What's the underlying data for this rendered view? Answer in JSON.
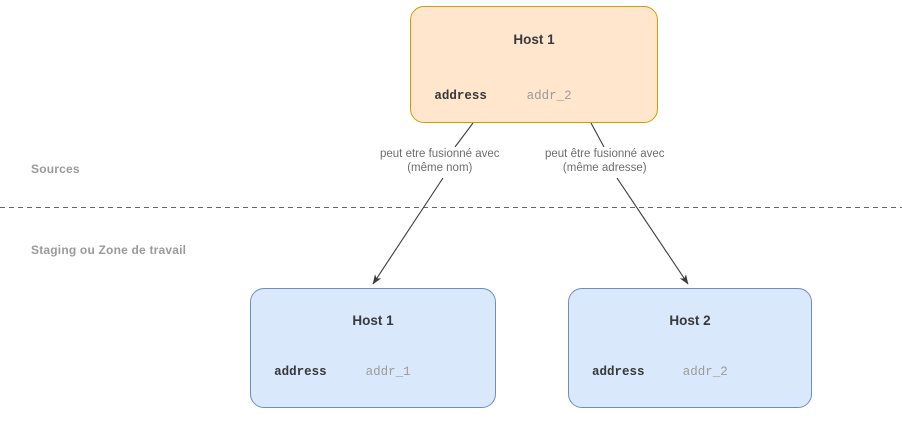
{
  "diagram": {
    "zones": [
      {
        "id": "sources",
        "label": "Sources"
      },
      {
        "id": "staging",
        "label": "Staging ou Zone de travail"
      }
    ],
    "separator": {
      "style": "dashed",
      "color": "#666666"
    },
    "entities": [
      {
        "id": "src-host1",
        "title": "Host 1",
        "zone": "sources",
        "fill": "#ffe6cc",
        "stroke": "#d79b00",
        "attributes": [
          {
            "name": "address",
            "value": "addr_2"
          }
        ]
      },
      {
        "id": "stg-host1",
        "title": "Host 1",
        "zone": "staging",
        "fill": "#dae8fc",
        "stroke": "#6c8ebf",
        "attributes": [
          {
            "name": "address",
            "value": "addr_1"
          }
        ]
      },
      {
        "id": "stg-host2",
        "title": "Host 2",
        "zone": "staging",
        "fill": "#dae8fc",
        "stroke": "#6c8ebf",
        "attributes": [
          {
            "name": "address",
            "value": "addr_2"
          }
        ]
      }
    ],
    "edges": [
      {
        "id": "edge-left",
        "from": "src-host1",
        "to": "stg-host1",
        "label_line1": "peut etre fusionné avec",
        "label_line2": "(même nom)",
        "color": "#3b3b3b"
      },
      {
        "id": "edge-right",
        "from": "src-host1",
        "to": "stg-host2",
        "label_line1": "peut être fusionné avec",
        "label_line2": "(même adresse)",
        "color": "#3b3b3b"
      }
    ]
  }
}
